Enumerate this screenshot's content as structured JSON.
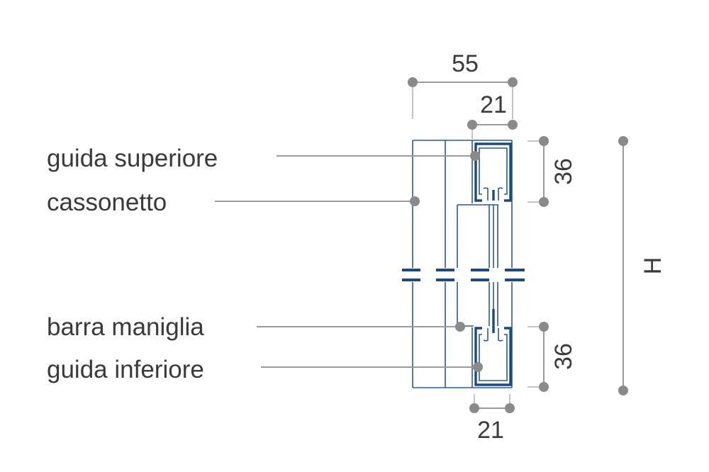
{
  "labels": {
    "guida_superiore": "guida superiore",
    "cassonetto": "cassonetto",
    "barra_maniglia": "barra maniglia",
    "guida_inferiore": "guida inferiore"
  },
  "dimensions": {
    "overall_depth": "55",
    "top_rail_width": "21",
    "top_rail_height": "36",
    "bottom_rail_height": "36",
    "bottom_rail_width": "21",
    "total_height": "H"
  },
  "colors": {
    "outline": "#2c5a8c",
    "rail": "#1c4a80",
    "callout_dot": "#8a8a8a",
    "text": "#3a3a3a"
  }
}
